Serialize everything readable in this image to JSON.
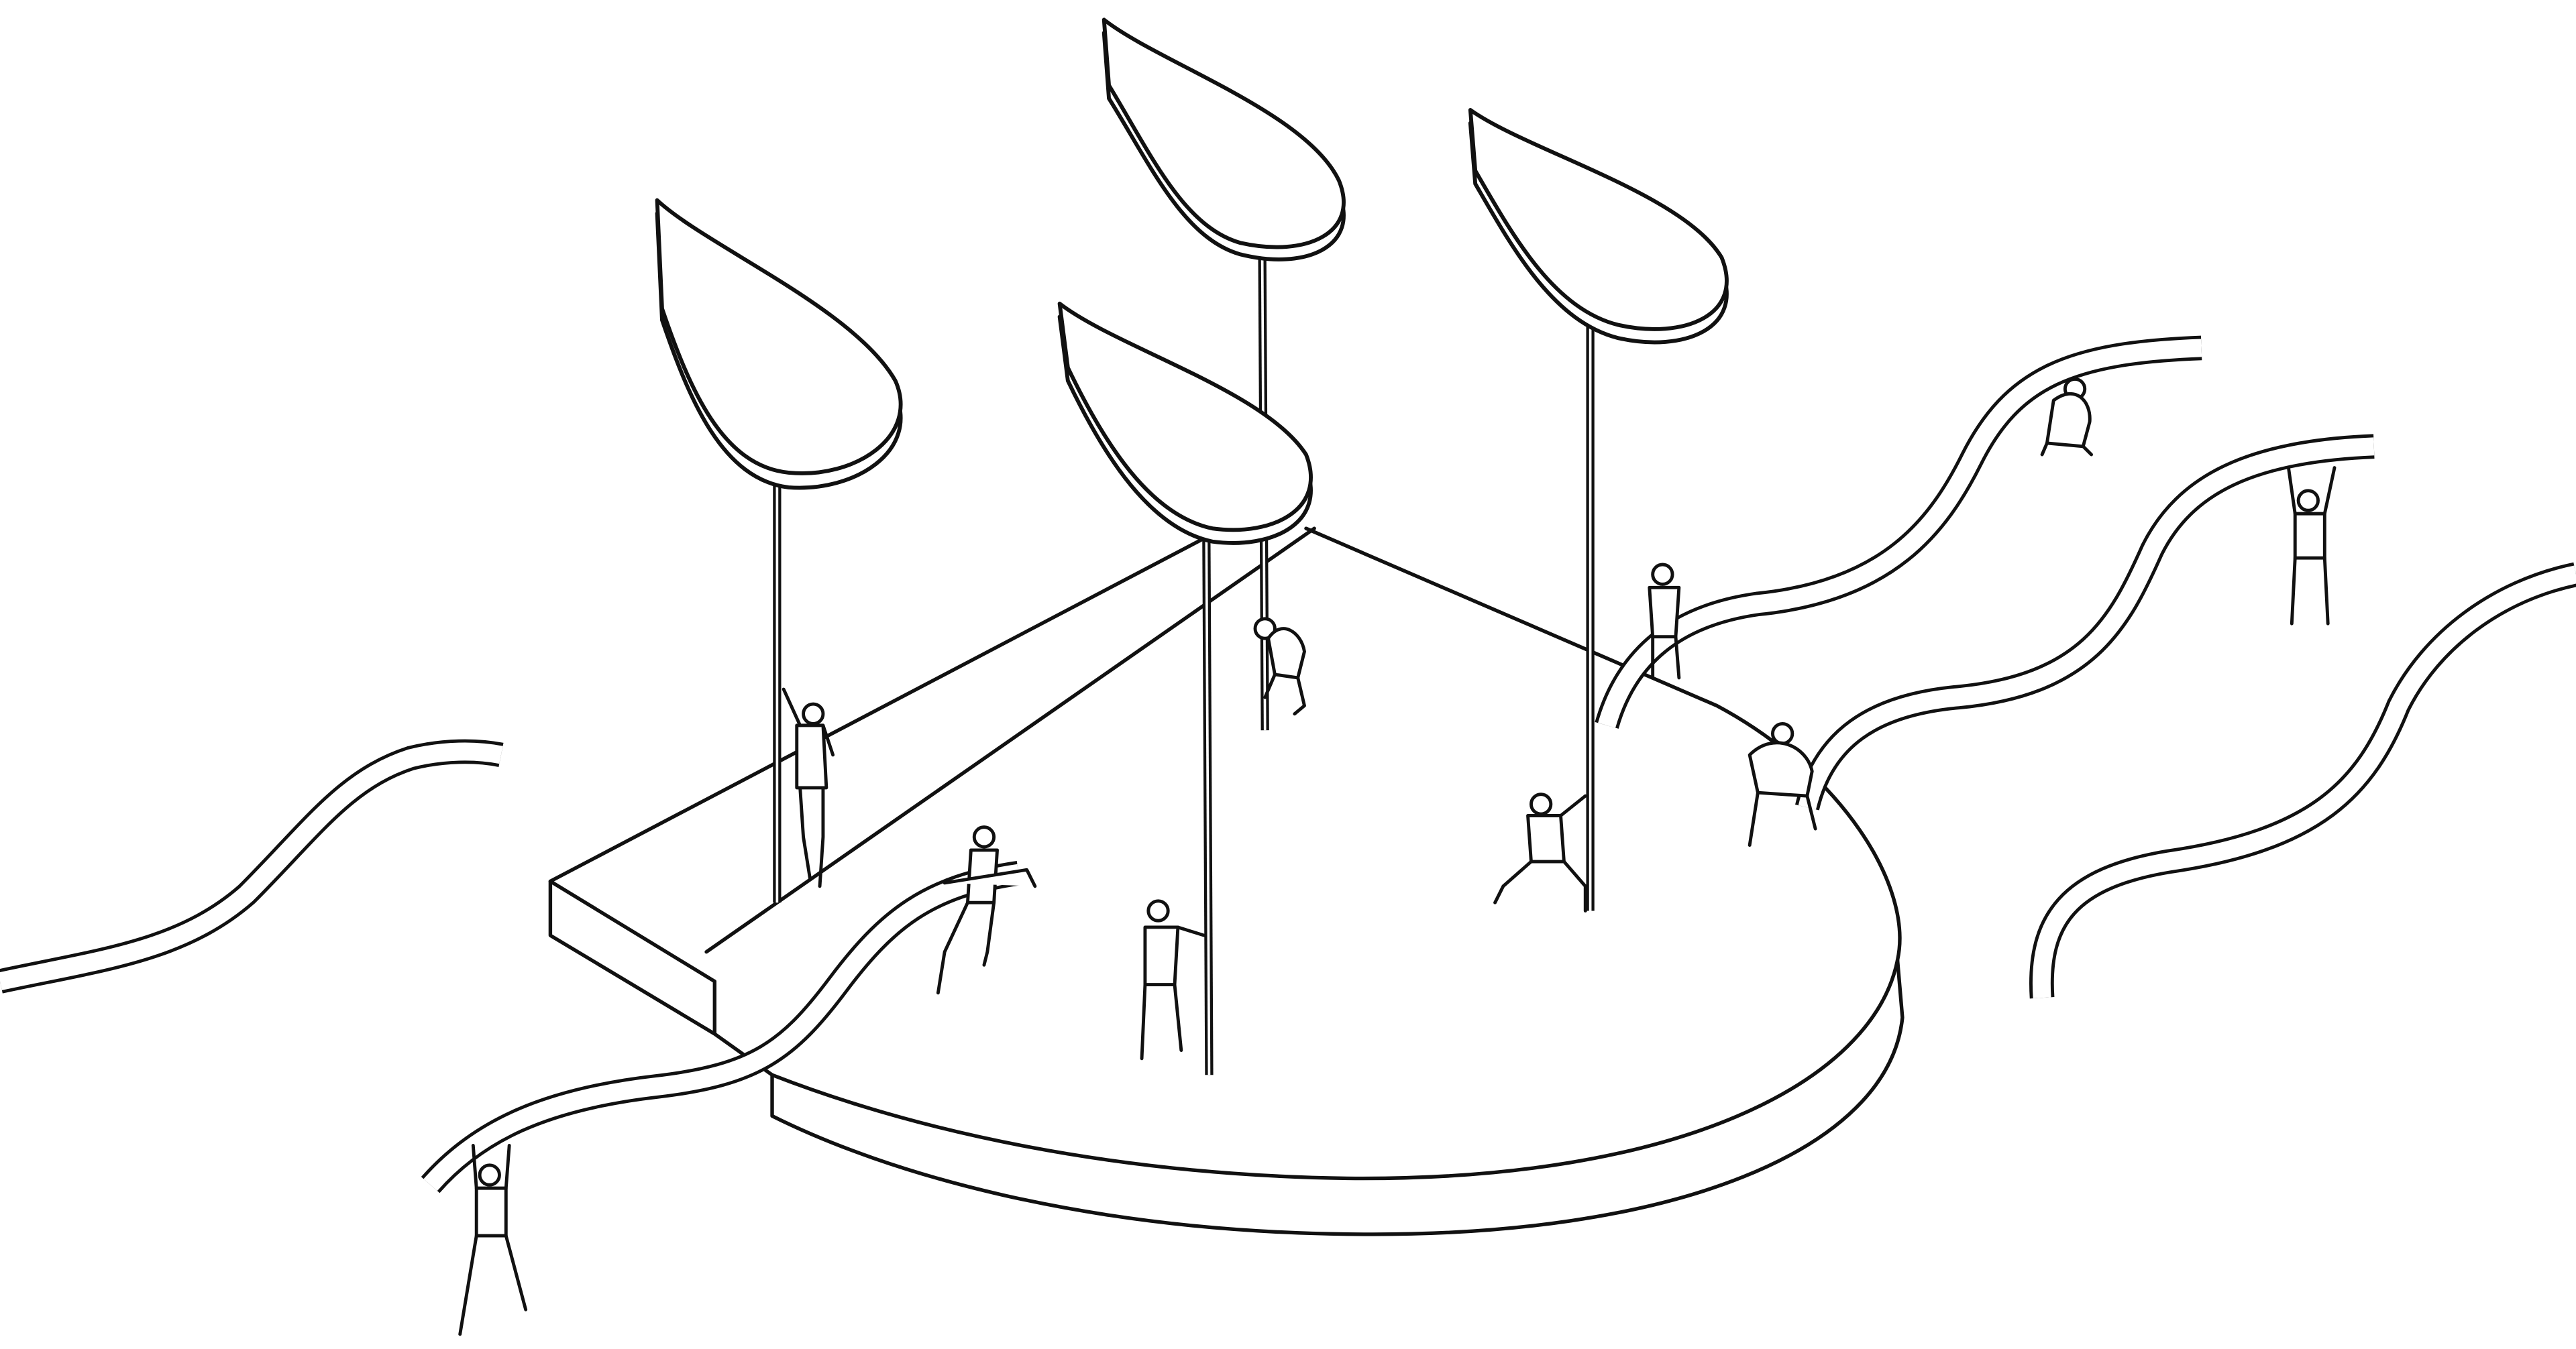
{
  "illustration": {
    "style": "black ink line drawing on white",
    "stroke_color": "#111111",
    "background_color": "#ffffff",
    "elements": {
      "sails": 4,
      "ribbons": 5,
      "figures": 10
    }
  }
}
